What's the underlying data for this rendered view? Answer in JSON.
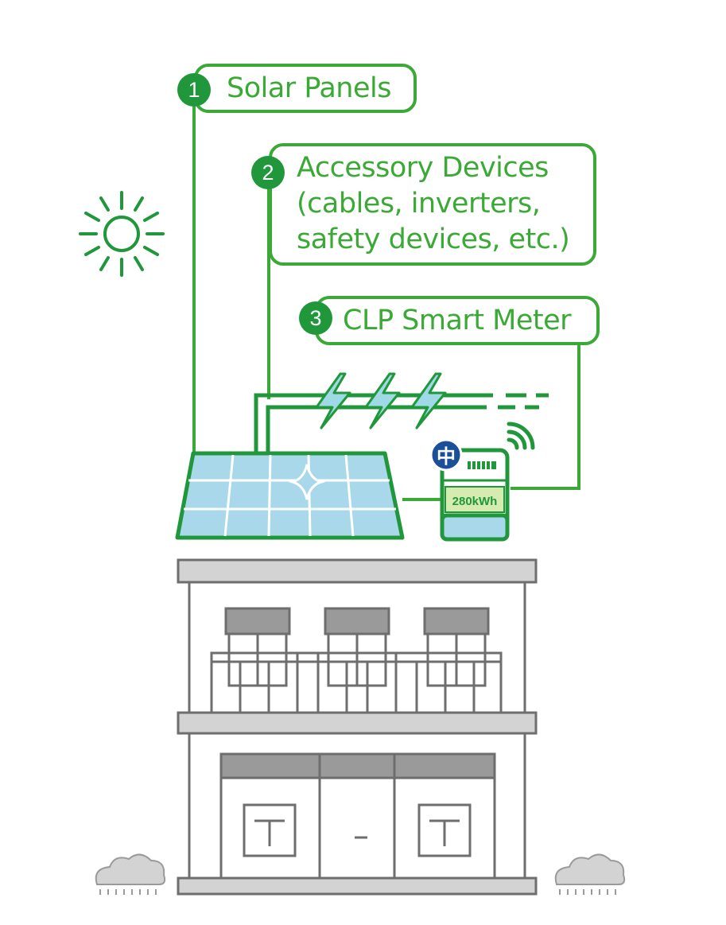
{
  "callouts": [
    {
      "number": "1",
      "label": "Solar Panels"
    },
    {
      "number": "2",
      "line1": "Accessory Devices",
      "line2": "(cables, inverters,",
      "line3": "safety devices, etc.)"
    },
    {
      "number": "3",
      "label": "CLP Smart Meter"
    }
  ],
  "meter": {
    "reading": "280kWh",
    "logo_glyph": "中"
  },
  "icons": [
    "sun-icon",
    "lightning-icon",
    "wifi-signal-icon",
    "cloud-icon",
    "clp-logo-icon"
  ],
  "colors": {
    "green": "#3aa935",
    "dark_green": "#20973a",
    "panel_blue": "#a8d8ea",
    "bolt_blue": "#9fd9e6",
    "building_grey": "#d3d3d3",
    "building_stroke": "#6e6e6e",
    "awning_grey": "#9a9a9a",
    "meter_screen": "#d5ebb0",
    "logo_blue": "#1c4f9a"
  }
}
